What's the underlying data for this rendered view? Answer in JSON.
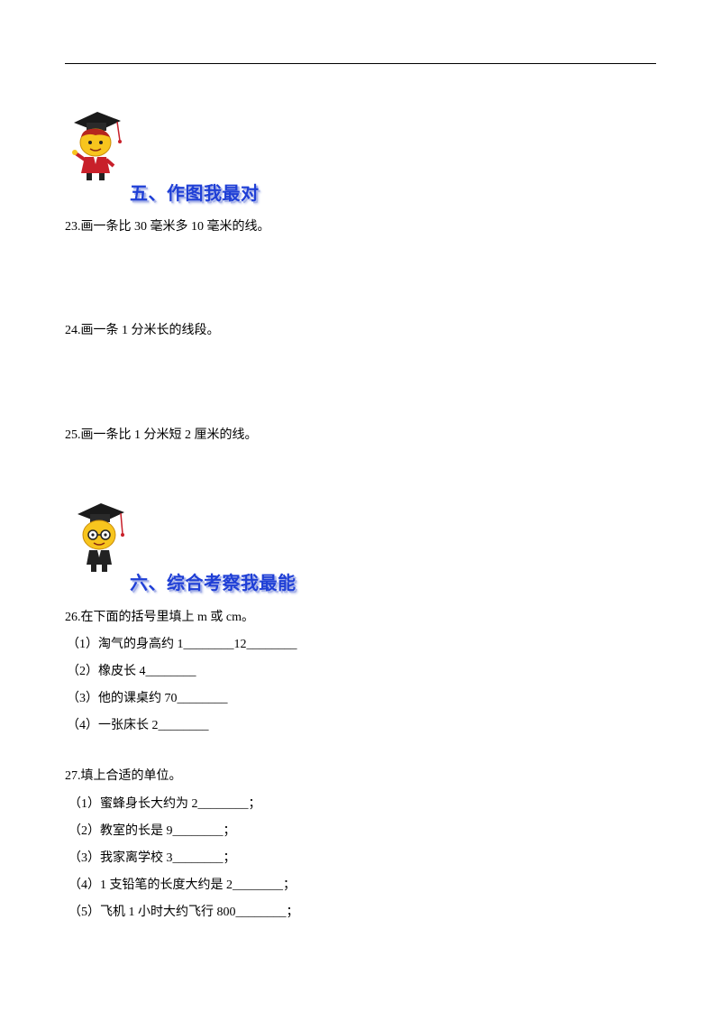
{
  "section5": {
    "title": "五、作图我最对",
    "mascot_icon": "graduate-mascot-icon"
  },
  "q23": "23.画一条比 30 毫米多 10 毫米的线。",
  "q24": "24.画一条 1 分米长的线段。",
  "q25": "25.画一条比 1 分米短 2 厘米的线。",
  "section6": {
    "title": "六、综合考察我最能",
    "mascot_icon": "graduate-mascot-glasses-icon"
  },
  "q26": {
    "title": "26.在下面的括号里填上 m 或 cm。",
    "items": [
      "（1）淘气的身高约 1________12________",
      "（2）橡皮长 4________",
      "（3）他的课桌约 70________",
      "（4）一张床长 2________"
    ]
  },
  "q27": {
    "title": "27.填上合适的单位。",
    "items": [
      "（1）蜜蜂身长大约为 2________；",
      "（2）教室的长是 9________；",
      "（3）我家离学校 3________；",
      "（4）1 支铅笔的长度大约是 2________；",
      "（5）飞机 1 小时大约飞行 800________；"
    ]
  },
  "colors": {
    "section_title": "#1f3fd6",
    "mascot_face": "#f7c51e",
    "mascot_body": "#c8202a",
    "cap": "#1a1a1a"
  }
}
